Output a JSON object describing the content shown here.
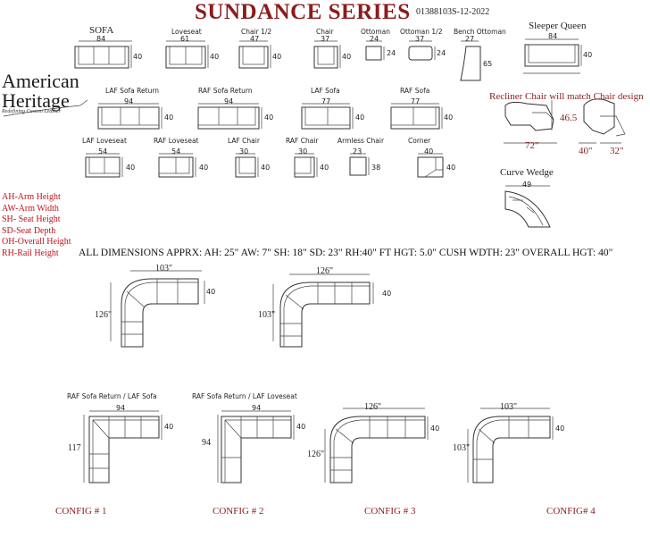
{
  "header": {
    "title": "SUNDANCE SERIES",
    "code": "01388103S-12-2022"
  },
  "brand": {
    "line1": "American",
    "line2": "Heritage",
    "tagline": "Redefining Custom Leather"
  },
  "row1": [
    {
      "name": "SOFA",
      "w": "84",
      "h": "40"
    },
    {
      "name": "Loveseat",
      "w": "61",
      "h": "40"
    },
    {
      "name": "Chair 1/2",
      "w": "47",
      "h": "40"
    },
    {
      "name": "Chair",
      "w": "37",
      "h": "40"
    },
    {
      "name": "Ottoman",
      "w": "24",
      "h": "24"
    },
    {
      "name": "Ottoman 1/2",
      "w": "37",
      "h": "24"
    },
    {
      "name": "Bench Ottoman",
      "w": "27",
      "h": "65"
    },
    {
      "name": "Sleeper Queen",
      "w": "84",
      "h": "40"
    }
  ],
  "row2": [
    {
      "name": "LAF Sofa Return",
      "w": "94",
      "h": "40"
    },
    {
      "name": "RAF Sofa Return",
      "w": "94",
      "h": "40"
    },
    {
      "name": "LAF Sofa",
      "w": "77",
      "h": "40"
    },
    {
      "name": "RAF Sofa",
      "w": "77",
      "h": "40"
    }
  ],
  "row3": [
    {
      "name": "LAF Loveseat",
      "w": "54",
      "h": "40"
    },
    {
      "name": "RAF Loveseat",
      "w": "54",
      "h": "40"
    },
    {
      "name": "LAF Chair",
      "w": "30",
      "h": "40"
    },
    {
      "name": "RAF Chair",
      "w": "30",
      "h": "40"
    },
    {
      "name": "Armless Chair",
      "w": "23",
      "h": "38"
    },
    {
      "name": "Corner",
      "w": "40",
      "h": "40"
    }
  ],
  "recliner": {
    "note": "Recliner Chair will match  Chair design",
    "height": "46.5",
    "open_depth": "72\"",
    "depth": "40\"",
    "width": "32\""
  },
  "curve_wedge": {
    "name": "Curve Wedge",
    "w": "49"
  },
  "legend": [
    "AH-Arm Height",
    "AW-Arm Width",
    "SH- Seat Height",
    "SD-Seat Depth",
    "OH-Overall Height",
    "RH-Rail Height"
  ],
  "all_dimensions": "ALL DIMENSIONS APPRX: AH: 25\"  AW: 7\"  SH: 18\"  SD: 23\"  RH:40\" FT HGT: 5.0\" CUSH WDTH: 23\" OVERALL HGT: 40\"",
  "curved_sections": [
    {
      "top": "103\"",
      "side": "126\"",
      "depth": "40"
    },
    {
      "top": "126\"",
      "side": "103\"",
      "depth": "40"
    }
  ],
  "configs": [
    {
      "label": "CONFIG # 1",
      "title": "RAF Sofa Return / LAF Sofa",
      "top": "94",
      "side": "117",
      "depth": "40"
    },
    {
      "label": "CONFIG # 2",
      "title": "RAF Sofa Return / LAF Loveseat",
      "top": "94",
      "side": "94",
      "depth": "40"
    },
    {
      "label": "CONFIG # 3",
      "title": "",
      "top": "126\"",
      "side": "126\"",
      "depth": "40"
    },
    {
      "label": "CONFIG# 4",
      "title": "",
      "top": "103\"",
      "side": "103\"",
      "depth": "40"
    }
  ]
}
